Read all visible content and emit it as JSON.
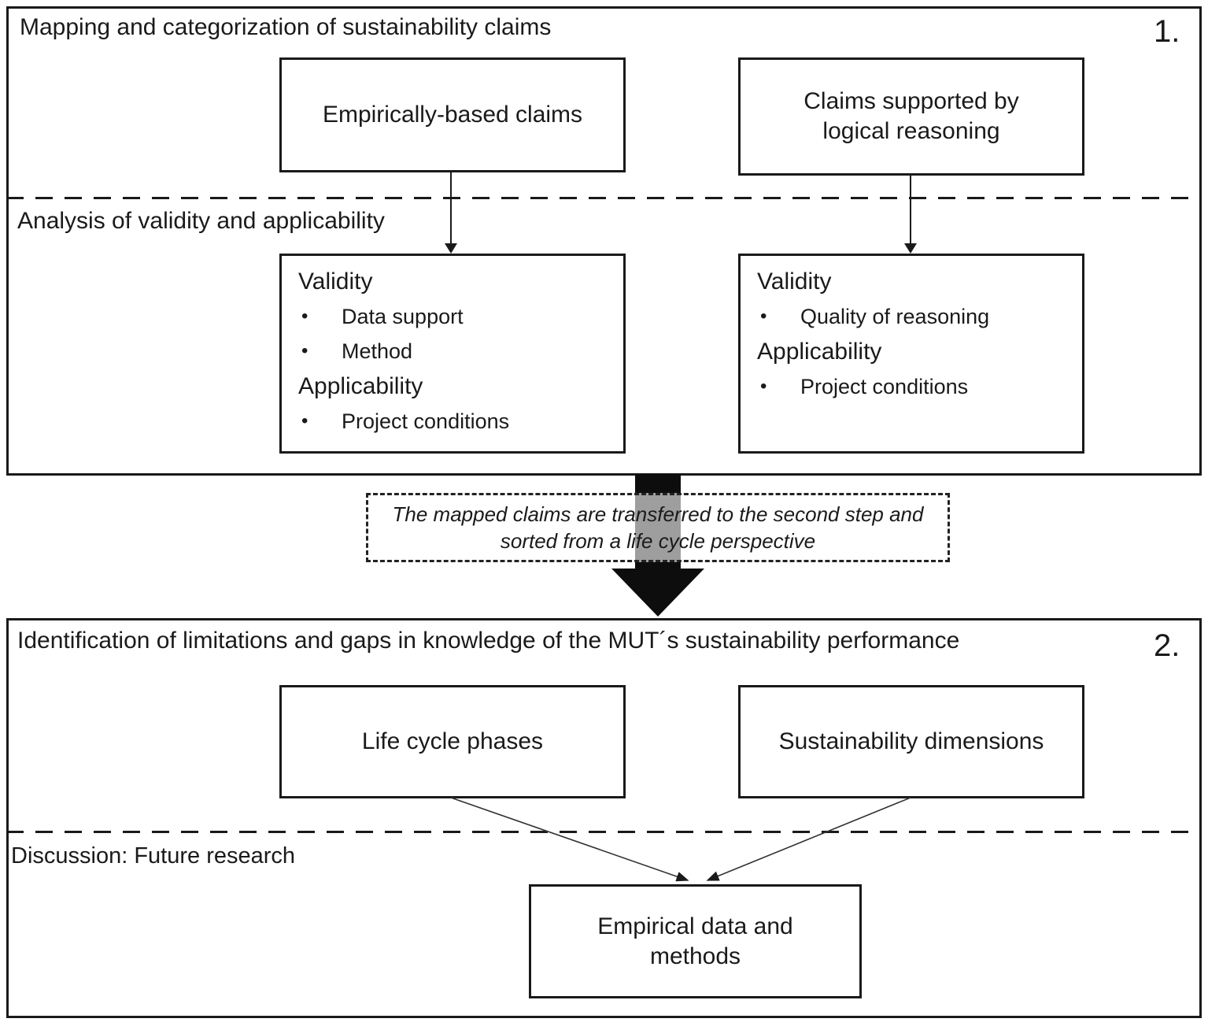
{
  "colors": {
    "line": "#1a1a1a",
    "text": "#1a1a1a",
    "arrow_gray": "#a6a6a6",
    "background": "#ffffff"
  },
  "glyphs": {
    "bullet": "•"
  },
  "section1": {
    "number": "1.",
    "title": "Mapping and categorization of sustainability claims",
    "subtitle": "Analysis of validity and applicability",
    "empirical_claims_label": "Empirically-based claims",
    "logical_claims_label": "Claims supported by logical reasoning",
    "validity_left": {
      "validity_heading": "Validity",
      "validity_bullets": [
        "Data support",
        "Method"
      ],
      "applicability_heading": "Applicability",
      "applicability_bullets": [
        "Project conditions"
      ]
    },
    "validity_right": {
      "validity_heading": "Validity",
      "validity_bullets": [
        "Quality of reasoning"
      ],
      "applicability_heading": "Applicability",
      "applicability_bullets": [
        "Project conditions"
      ]
    }
  },
  "transfer_note": {
    "line1": "The mapped claims are transferred to the second step and",
    "line2": "sorted from a life cycle perspective"
  },
  "section2": {
    "number": "2.",
    "title": "Identification of limitations and gaps in knowledge of the MUT´s sustainability performance",
    "subtitle": "Discussion: Future research",
    "life_cycle_label": "Life cycle phases",
    "dimensions_label": "Sustainability dimensions",
    "empirical_methods_label": "Empirical data and methods"
  }
}
